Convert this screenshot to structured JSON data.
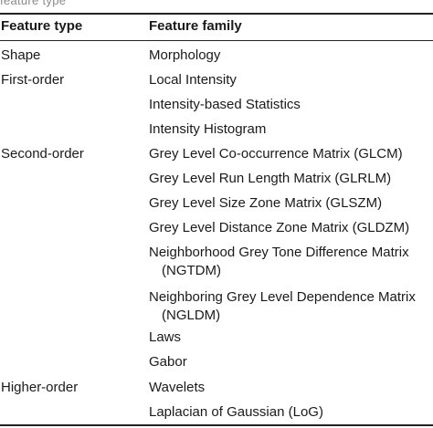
{
  "caption_fragment": "feature type",
  "headers": {
    "feature_type": "Feature type",
    "feature_family": "Feature family"
  },
  "types": {
    "shape": "Shape",
    "first_order": "First-order",
    "second_order": "Second-order",
    "higher_order": "Higher-order"
  },
  "families": [
    "Morphology",
    "Local Intensity",
    "Intensity-based Statistics",
    "Intensity Histogram",
    "Grey Level Co-occurrence Matrix (GLCM)",
    "Grey Level Run Length Matrix (GLRLM)",
    "Grey Level Size Zone Matrix (GLSZM)",
    "Grey Level Distance Zone Matrix (GLDZM)",
    "Neighborhood Grey Tone Difference Matrix",
    "(NGTDM)",
    "Neighboring Grey Level Dependence Matrix",
    "(NGLDM)",
    "Laws",
    "Gabor",
    "Wavelets",
    "Laplacian of Gaussian (LoG)"
  ]
}
